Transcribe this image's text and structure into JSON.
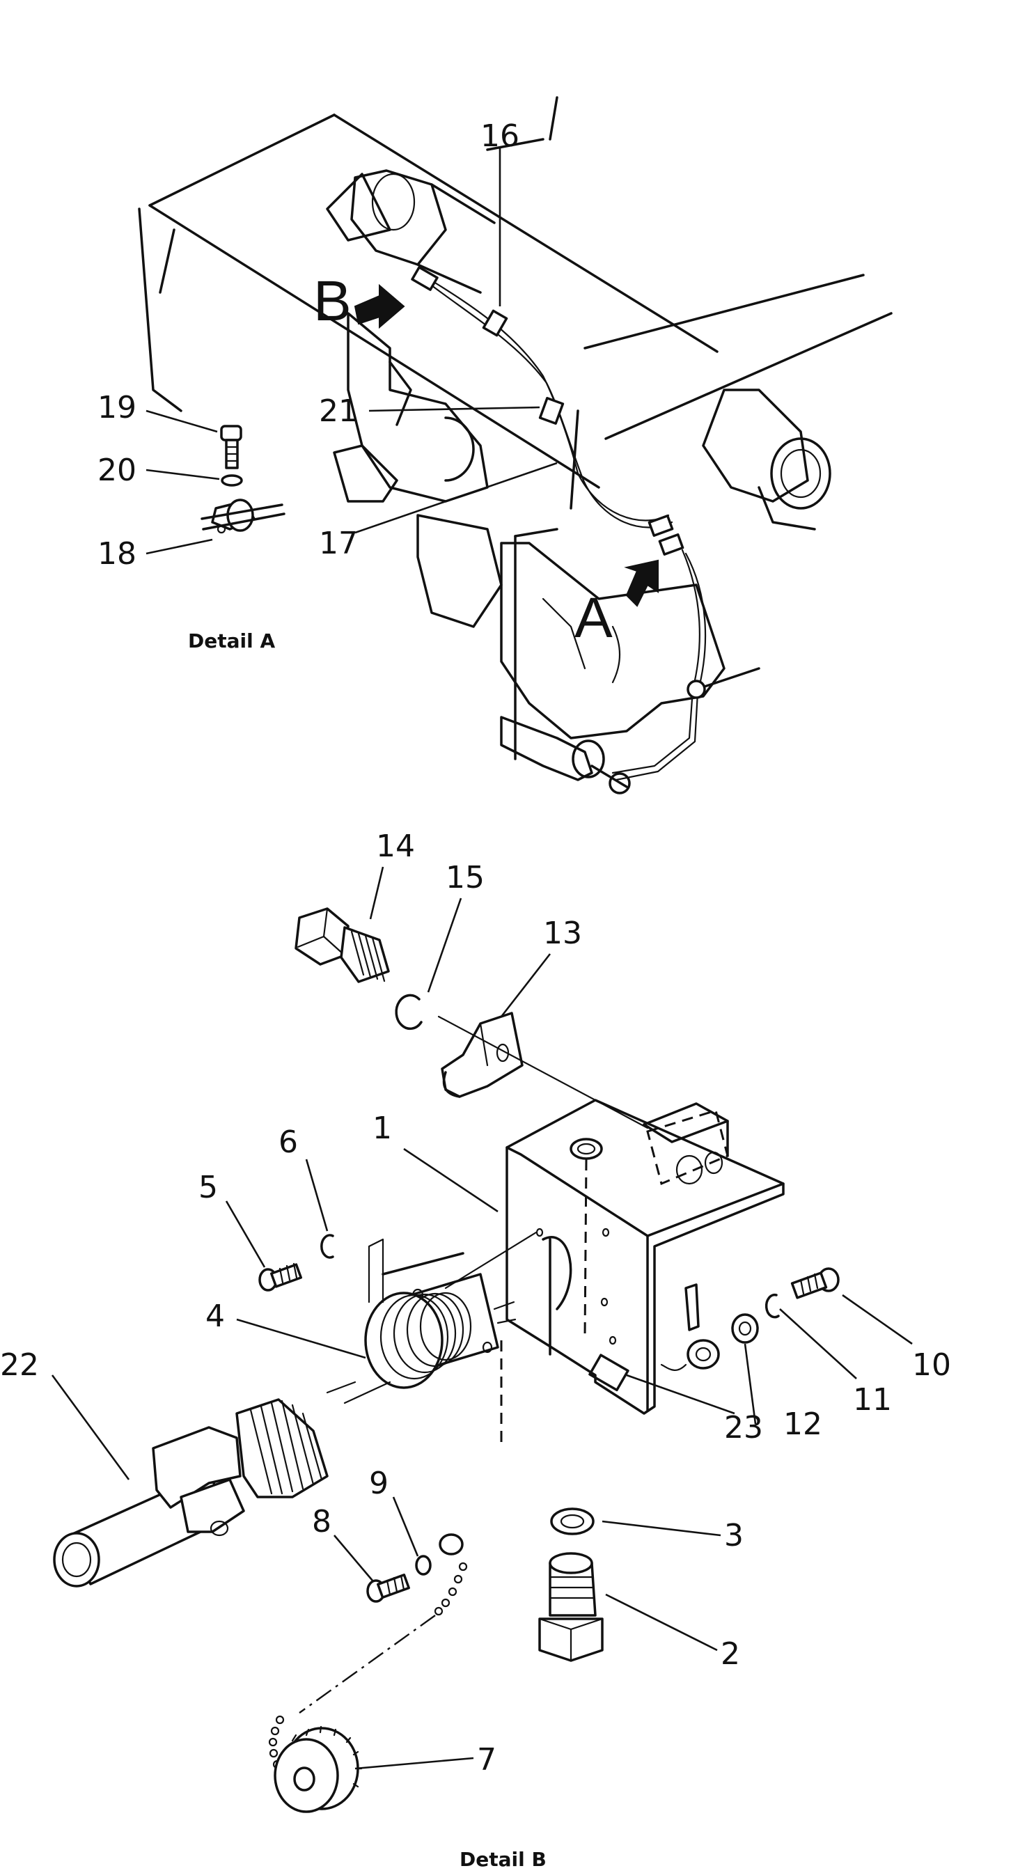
{
  "detail_a": {
    "caption": "Detail A",
    "view_markers": {
      "b": "B",
      "a": "A"
    },
    "callouts": {
      "c16": "16",
      "c21": "21",
      "c17": "17",
      "c19": "19",
      "c20": "20",
      "c18": "18"
    }
  },
  "detail_b": {
    "caption": "Detail B",
    "callouts": {
      "c14": "14",
      "c15": "15",
      "c13": "13",
      "c1": "1",
      "c6": "6",
      "c5": "5",
      "c4": "4",
      "c22": "22",
      "c9": "9",
      "c8": "8",
      "c7": "7",
      "c3": "3",
      "c2": "2",
      "c23": "23",
      "c12": "12",
      "c11": "11",
      "c10": "10"
    }
  }
}
